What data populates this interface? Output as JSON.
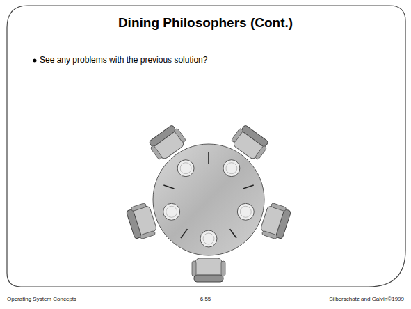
{
  "diagram": {
    "title": "Dining Philosophers (Cont.)",
    "labels": [
      "See any problems with the previous solution?",
      "Operating System Concepts",
      "6.55",
      "Silberschatz and Galvin©1999"
    ]
  }
}
